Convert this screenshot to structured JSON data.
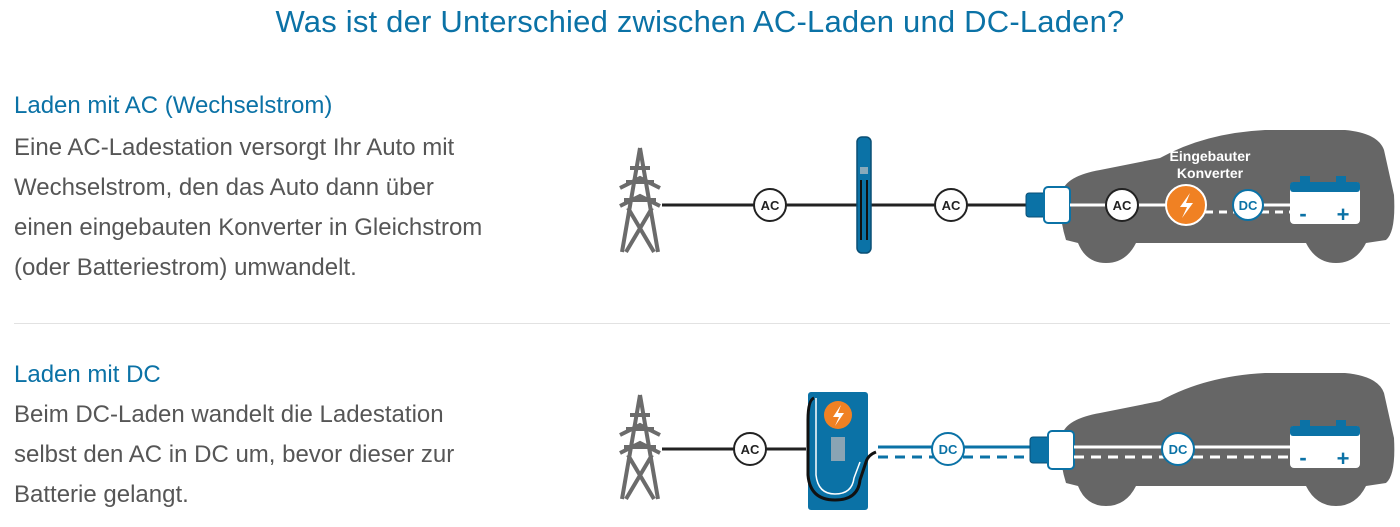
{
  "title": "Was ist der Unterschied zwischen AC-Laden und DC-Laden?",
  "ac_section": {
    "heading": "Laden mit AC (Wechselstrom)",
    "lines": [
      "Eine AC-Ladestation versorgt Ihr Auto mit",
      "Wechselstrom, den das Auto dann über",
      "einen eingebauten Konverter in Gleichstrom",
      "(oder Batteriestrom) umwandelt."
    ],
    "diagram": {
      "grid_label": "AC",
      "station_label": "AC",
      "car_label": "AC",
      "converter_label_1": "Eingebauter",
      "converter_label_2": "Konverter",
      "dc_label": "DC",
      "battery_minus": "-",
      "battery_plus": "+"
    }
  },
  "dc_section": {
    "heading": "Laden mit DC",
    "lines": [
      "Beim DC-Laden wandelt die Ladestation",
      "selbst den AC in DC um, bevor dieser zur",
      "Batterie gelangt."
    ],
    "diagram": {
      "grid_label": "AC",
      "cable_label": "DC",
      "car_label": "DC",
      "battery_minus": "-",
      "battery_plus": "+"
    }
  },
  "colors": {
    "blue": "#0b72a6",
    "orange": "#f08123",
    "gray": "#666666",
    "text": "#565656"
  }
}
